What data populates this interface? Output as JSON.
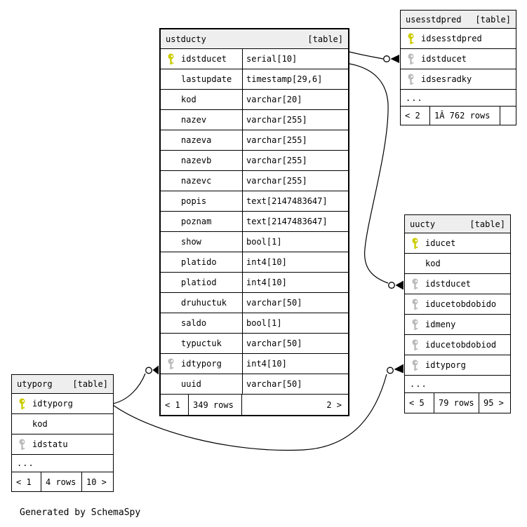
{
  "page": {
    "caption": "Generated by SchemaSpy"
  },
  "diagram": {
    "colors": {
      "primary_key": "#cccc00",
      "foreign_key": "#bbbbbb",
      "header_bg": "#eeeeee",
      "line": "#000000"
    },
    "tables": [
      {
        "name": "ustducty",
        "badge": "[table]",
        "columns": [
          {
            "name": "idstducet",
            "type": "serial[10]",
            "key": "primary"
          },
          {
            "name": "lastupdate",
            "type": "timestamp[29,6]",
            "key": null
          },
          {
            "name": "kod",
            "type": "varchar[20]",
            "key": null
          },
          {
            "name": "nazev",
            "type": "varchar[255]",
            "key": null
          },
          {
            "name": "nazeva",
            "type": "varchar[255]",
            "key": null
          },
          {
            "name": "nazevb",
            "type": "varchar[255]",
            "key": null
          },
          {
            "name": "nazevc",
            "type": "varchar[255]",
            "key": null
          },
          {
            "name": "popis",
            "type": "text[2147483647]",
            "key": null
          },
          {
            "name": "poznam",
            "type": "text[2147483647]",
            "key": null
          },
          {
            "name": "show",
            "type": "bool[1]",
            "key": null
          },
          {
            "name": "platido",
            "type": "int4[10]",
            "key": null
          },
          {
            "name": "platiod",
            "type": "int4[10]",
            "key": null
          },
          {
            "name": "druhuctuk",
            "type": "varchar[50]",
            "key": null
          },
          {
            "name": "saldo",
            "type": "bool[1]",
            "key": null
          },
          {
            "name": "typuctuk",
            "type": "varchar[50]",
            "key": null
          },
          {
            "name": "idtyporg",
            "type": "int4[10]",
            "key": "foreign"
          },
          {
            "name": "uuid",
            "type": "varchar[50]",
            "key": null
          }
        ],
        "footer": [
          "< 1",
          "349 rows",
          "2 >"
        ]
      },
      {
        "name": "usesstdpred",
        "badge": "[table]",
        "columns": [
          {
            "name": "idsesstdpred",
            "key": "primary"
          },
          {
            "name": "idstducet",
            "key": "foreign"
          },
          {
            "name": "idsesradky",
            "key": "foreign"
          },
          {
            "name": "...",
            "key": null
          }
        ],
        "footer": [
          "< 2",
          "1Â 762 rows",
          ""
        ]
      },
      {
        "name": "uucty",
        "badge": "[table]",
        "columns": [
          {
            "name": "iducet",
            "key": "primary"
          },
          {
            "name": "kod",
            "key": null
          },
          {
            "name": "idstducet",
            "key": "foreign"
          },
          {
            "name": "iducetobdobido",
            "key": "foreign"
          },
          {
            "name": "idmeny",
            "key": "foreign"
          },
          {
            "name": "iducetobdobiod",
            "key": "foreign"
          },
          {
            "name": "idtyporg",
            "key": "foreign"
          },
          {
            "name": "...",
            "key": null
          }
        ],
        "footer": [
          "< 5",
          "79 rows",
          "95 >"
        ]
      },
      {
        "name": "utyporg",
        "badge": "[table]",
        "columns": [
          {
            "name": "idtyporg",
            "key": "primary"
          },
          {
            "name": "kod",
            "key": null
          },
          {
            "name": "idstatu",
            "key": "foreign"
          },
          {
            "name": "...",
            "key": null
          }
        ],
        "footer": [
          "< 1",
          "4 rows",
          "10 >"
        ]
      }
    ],
    "relationships": [
      {
        "from": "ustducty.idstducet",
        "to": "usesstdpred.idstducet"
      },
      {
        "from": "ustducty.idstducet",
        "to": "uucty.idstducet"
      },
      {
        "from": "utyporg.idtyporg",
        "to": "ustducty.idtyporg"
      },
      {
        "from": "utyporg.idtyporg",
        "to": "uucty.idtyporg"
      }
    ]
  }
}
